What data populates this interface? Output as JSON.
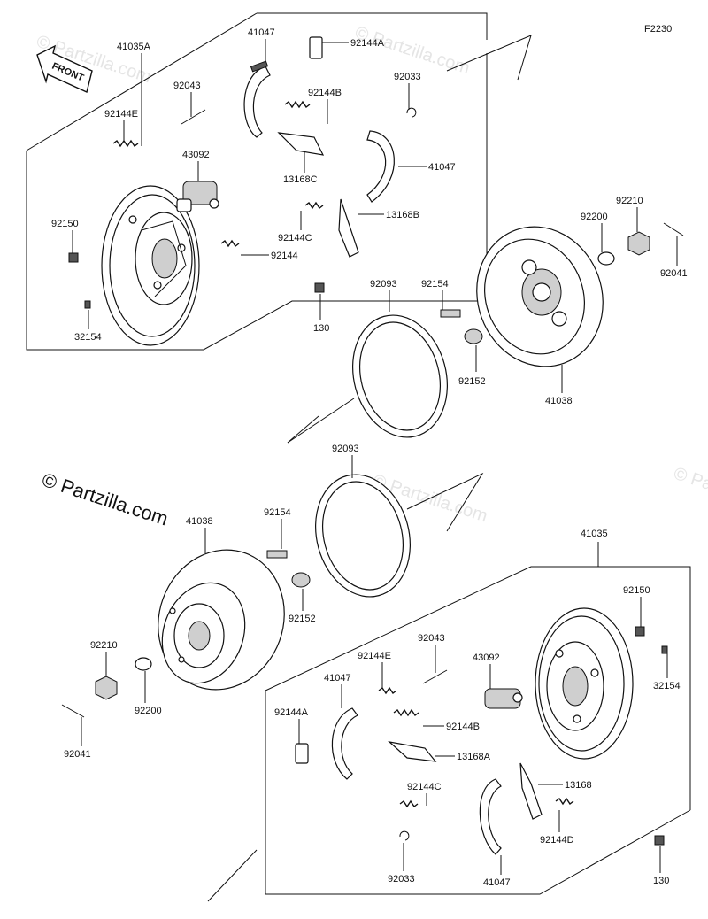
{
  "figure_code": "F2230",
  "front_label": "FRONT",
  "watermark": "© Partzilla.com",
  "callouts": {
    "top": {
      "assy": "41035A",
      "shoe_a": "41047",
      "clip_a": "92144A",
      "pin": "92043",
      "spring_b": "92144B",
      "snap": "92033",
      "spring_e": "92144E",
      "cylinder": "43092",
      "lever_c": "13168C",
      "shoe_b": "41047",
      "lever_b": "13168B",
      "bolt_plate": "92150",
      "spring_c": "92144C",
      "spring": "92144",
      "nipple": "32154",
      "bolt": "130",
      "seal": "92093",
      "stud": "92154",
      "collar": "92152",
      "drum": "41038",
      "washer": "92200",
      "nut": "92210",
      "cotter": "92041"
    },
    "bottom": {
      "seal": "92093",
      "drum": "41038",
      "stud": "92154",
      "collar": "92152",
      "nut": "92210",
      "washer": "92200",
      "cotter": "92041",
      "assy": "41035",
      "bolt_plate": "92150",
      "nipple": "32154",
      "pin": "92043",
      "spring_e": "92144E",
      "cylinder": "43092",
      "shoe_a": "41047",
      "clip_a": "92144A",
      "spring_b": "92144B",
      "lever_a": "13168A",
      "spring_c": "92144C",
      "lever": "13168",
      "spring_d": "92144D",
      "snap": "92033",
      "shoe_b": "41047",
      "bolt": "130"
    }
  }
}
